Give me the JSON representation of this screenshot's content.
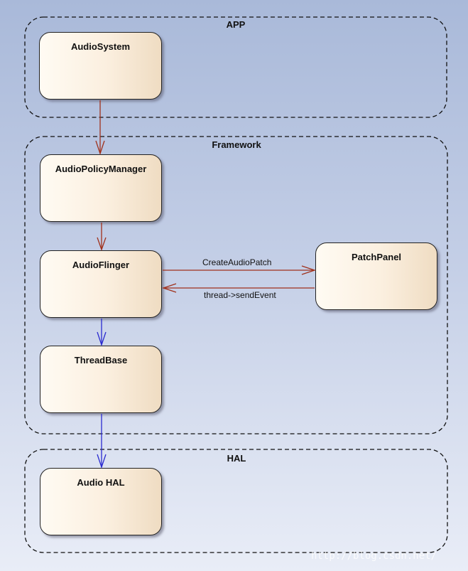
{
  "groups": {
    "app": "APP",
    "framework": "Framework",
    "hal": "HAL"
  },
  "nodes": {
    "audio_system": "AudioSystem",
    "audio_policy_manager": "AudioPolicyManager",
    "audio_flinger": "AudioFlinger",
    "patch_panel": "PatchPanel",
    "thread_base": "ThreadBase",
    "audio_hal": "Audio HAL"
  },
  "edges": {
    "create_audio_patch": "CreateAudioPatch",
    "send_event": "thread->sendEvent"
  },
  "colors": {
    "red_arrow": "#a0311c",
    "blue_arrow": "#2b2bd0"
  },
  "watermark": "http://blog.csdn.net/"
}
